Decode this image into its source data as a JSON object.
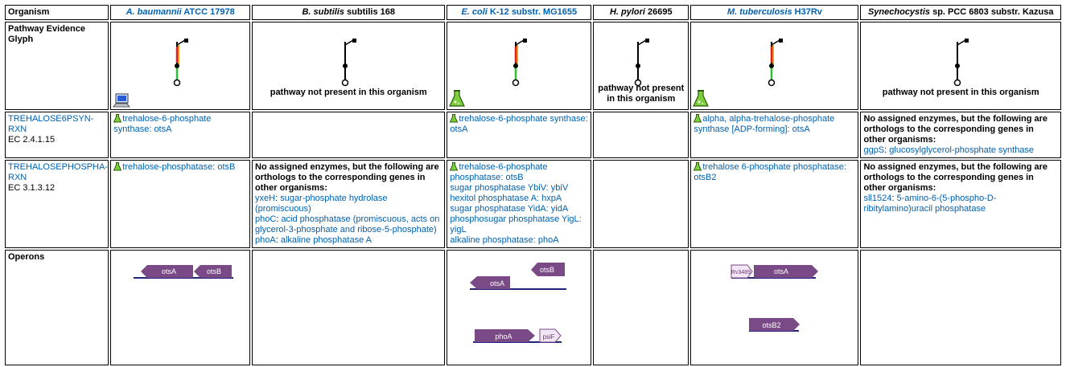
{
  "colors": {
    "link": "#0060b0",
    "gene": "#7a4a86",
    "gene_light": "#f3e6f5",
    "line": "#23237a"
  },
  "header": {
    "col0": "Organism",
    "orgs": [
      {
        "species": "A. baumannii",
        "strain": " ATCC 17978",
        "link": true
      },
      {
        "species": "B. subtilis",
        "strain": " subtilis 168",
        "link": false
      },
      {
        "species": "E. coli",
        "strain": " K-12 substr. MG1655",
        "link": true
      },
      {
        "species": "H. pylori",
        "strain": " 26695",
        "link": false
      },
      {
        "species": "M. tuberculosis",
        "strain": " H37Rv",
        "link": true
      },
      {
        "species": "Synechocystis",
        "strain": " sp. PCC 6803 substr. Kazusa",
        "link": false
      }
    ]
  },
  "glyph_row": {
    "label": "Pathway Evidence Glyph",
    "not_present": "pathway not present in this organism"
  },
  "rxn1": {
    "name": "TREHALOSE6PSYN-RXN",
    "ec": "EC 2.4.1.15",
    "ab": {
      "enzyme": "trehalose-6-phosphate synthase",
      "sep": ": ",
      "gene": "otsA"
    },
    "ec_org": {
      "enzyme": "trehalose-6-phosphate synthase",
      "sep": ": ",
      "gene": "otsA"
    },
    "mt": {
      "enzyme": "alpha, alpha-trehalose-phosphate synthase [ADP-forming]",
      "sep": ": ",
      "gene": "otsA"
    },
    "syn": {
      "note": "No assigned enzymes, but the following are orthologs to the corresponding genes in other organisms:",
      "gene": "ggpS",
      "sep": ": ",
      "enzyme": "glucosylglycerol-phosphate synthase"
    }
  },
  "rxn2": {
    "name": "TREHALOSEPHOSPHA-RXN",
    "ec": "EC 3.1.3.12",
    "ab": {
      "enzyme": "trehalose-phosphatase",
      "sep": ": ",
      "gene": "otsB"
    },
    "bs": {
      "note": "No assigned enzymes, but the following are orthologs to the corresponding genes in other organisms:",
      "items": [
        {
          "gene": "yxeH",
          "sep": ": ",
          "enzyme": "sugar-phosphate hydrolase (promiscuous)"
        },
        {
          "gene": "phoC",
          "sep": ": ",
          "enzyme": "acid phosphatase (promiscuous, acts on glycerol-3-phosphate and ribose-5-phosphate)"
        },
        {
          "gene": "phoA",
          "sep": ": ",
          "enzyme": "alkaline phosphatase A"
        }
      ]
    },
    "ec_org": {
      "items": [
        {
          "enzyme": "trehalose-6-phosphate phosphatase",
          "sep": ": ",
          "gene": "otsB"
        },
        {
          "enzyme": "sugar phosphatase YbiV",
          "sep": ": ",
          "gene": "ybiV"
        },
        {
          "enzyme": "hexitol phosphatase A",
          "sep": ": ",
          "gene": "hxpA"
        },
        {
          "enzyme": "sugar phosphatase YidA",
          "sep": ": ",
          "gene": "yidA"
        },
        {
          "enzyme": "phosphosugar phosphatase YigL",
          "sep": ": ",
          "gene": "yigL"
        },
        {
          "enzyme": "alkaline phosphatase",
          "sep": ": ",
          "gene": "phoA"
        }
      ]
    },
    "mt": {
      "enzyme": "trehalose 6-phosphate phosphatase",
      "sep": ": ",
      "gene": "otsB2"
    },
    "syn": {
      "note": "No assigned enzymes, but the following are orthologs to the corresponding genes in other organisms:",
      "gene": "sll1524",
      "sep": ": ",
      "enzyme": "5-amino-6-(5-phospho-D-ribitylamino)uracil phosphatase"
    }
  },
  "operons": {
    "label": "Operons",
    "ab": [
      "otsA",
      "otsB"
    ],
    "ec_org": [
      "otsB",
      "otsA",
      "phoA",
      "psiF"
    ],
    "mt": [
      "Rv3489",
      "otsA",
      "otsB2"
    ]
  }
}
